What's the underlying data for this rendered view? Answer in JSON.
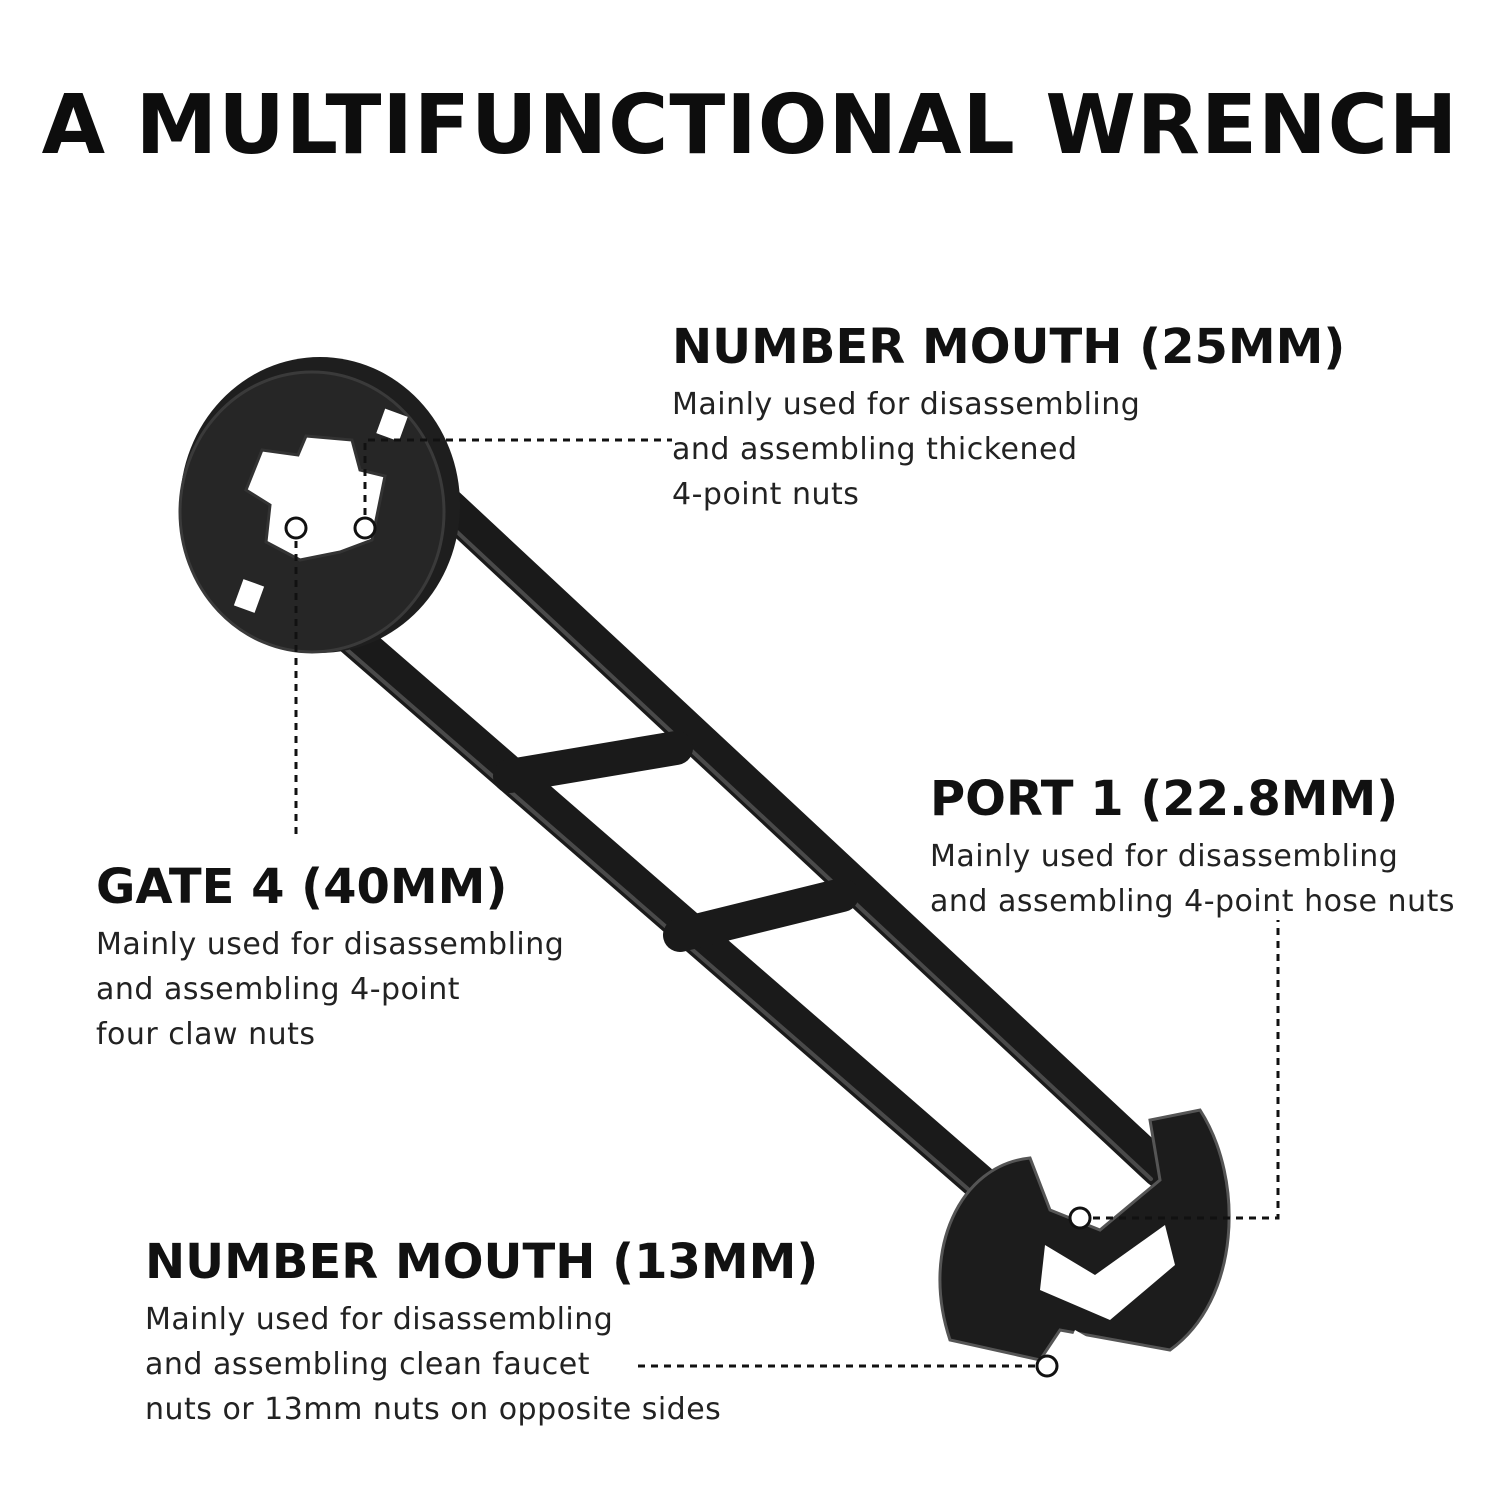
{
  "title": "A MULTIFUNCTIONAL WRENCH",
  "callouts": {
    "number_mouth_25": {
      "heading": "NUMBER MOUTH (25MM)",
      "lines": [
        "Mainly used for disassembling",
        "and assembling thickened",
        "4-point nuts"
      ]
    },
    "port_1": {
      "heading": "PORT 1 (22.8MM)",
      "lines": [
        "Mainly used for disassembling",
        "and assembling 4-point hose nuts"
      ]
    },
    "gate_4": {
      "heading": "GATE 4 (40MM)",
      "lines": [
        "Mainly used for disassembling",
        "and assembling 4-point",
        "four claw nuts"
      ]
    },
    "number_mouth_13": {
      "heading": "NUMBER MOUTH (13MM)",
      "lines": [
        "Mainly used for disassembling",
        "and assembling clean faucet",
        "nuts or 13mm nuts on opposite sides"
      ]
    }
  },
  "colors": {
    "background": "#ffffff",
    "text": "#111111",
    "tool": "#1c1c1c"
  }
}
